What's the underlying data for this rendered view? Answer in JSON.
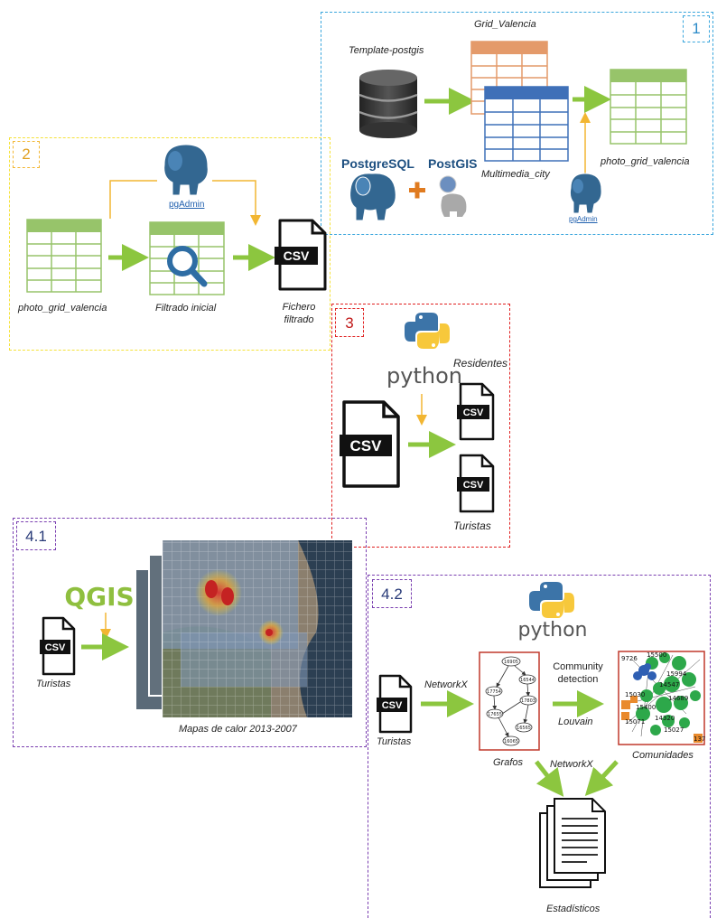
{
  "steps": {
    "s1": "1",
    "s2": "2",
    "s3": "3",
    "s41": "4.1",
    "s42": "4.2"
  },
  "panel1": {
    "template": "Template-postgis",
    "grid": "Grid_Valencia",
    "multimedia": "Multimedia_city",
    "photo_grid": "photo_grid_valencia",
    "postgresql": "PostgreSQL",
    "postgis": "PostGIS",
    "pgadmin": "pgAdmin"
  },
  "panel2": {
    "photo_grid": "photo_grid_valencia",
    "filtrado": "Filtrado inicial",
    "fichero": "Fichero filtrado",
    "pgadmin": "pgAdmin",
    "csv": "CSV"
  },
  "panel3": {
    "python": "python",
    "residentes": "Residentes",
    "turistas": "Turistas",
    "csv": "CSV"
  },
  "panel41": {
    "qgis": "QGIS",
    "turistas": "Turistas",
    "mapas": "Mapas de calor 2013-2007",
    "csv": "CSV"
  },
  "panel42": {
    "python": "python",
    "networkx": "NetworkX",
    "community": "Community detection",
    "louvain": "Louvain",
    "networkx2": "NetworkX",
    "turistas": "Turistas",
    "grafos": "Grafos",
    "comunidades": "Comunidades",
    "estadisticos": "Estadísticos",
    "csv": "CSV"
  },
  "graph_nodes": [
    "16905",
    "16544",
    "17754",
    "17803",
    "17655",
    "16565",
    "16065"
  ],
  "community_nodes": [
    "9726",
    "15500",
    "14547",
    "15994",
    "15030",
    "14689",
    "15071",
    "15027",
    "15400",
    "14320",
    "137"
  ],
  "colors": {
    "panel1": "#3aa6dd",
    "panel2": "#f5e23a",
    "panel3": "#e02020",
    "panel4": "#7a3fb0",
    "arrow": "#8cc63f",
    "thin_arrow": "#f2b632",
    "green_header": "#97c46a",
    "orange_header": "#e49a6a",
    "blue_header": "#3f70b8"
  },
  "icons": [
    "database-icon",
    "postgresql-elephant-icon",
    "postgis-elephant-icon",
    "pgadmin-icon",
    "magnifier-icon",
    "csv-file-icon",
    "python-logo-icon",
    "qgis-logo-icon",
    "heatmap-image",
    "graph-image",
    "community-image",
    "documents-icon"
  ]
}
